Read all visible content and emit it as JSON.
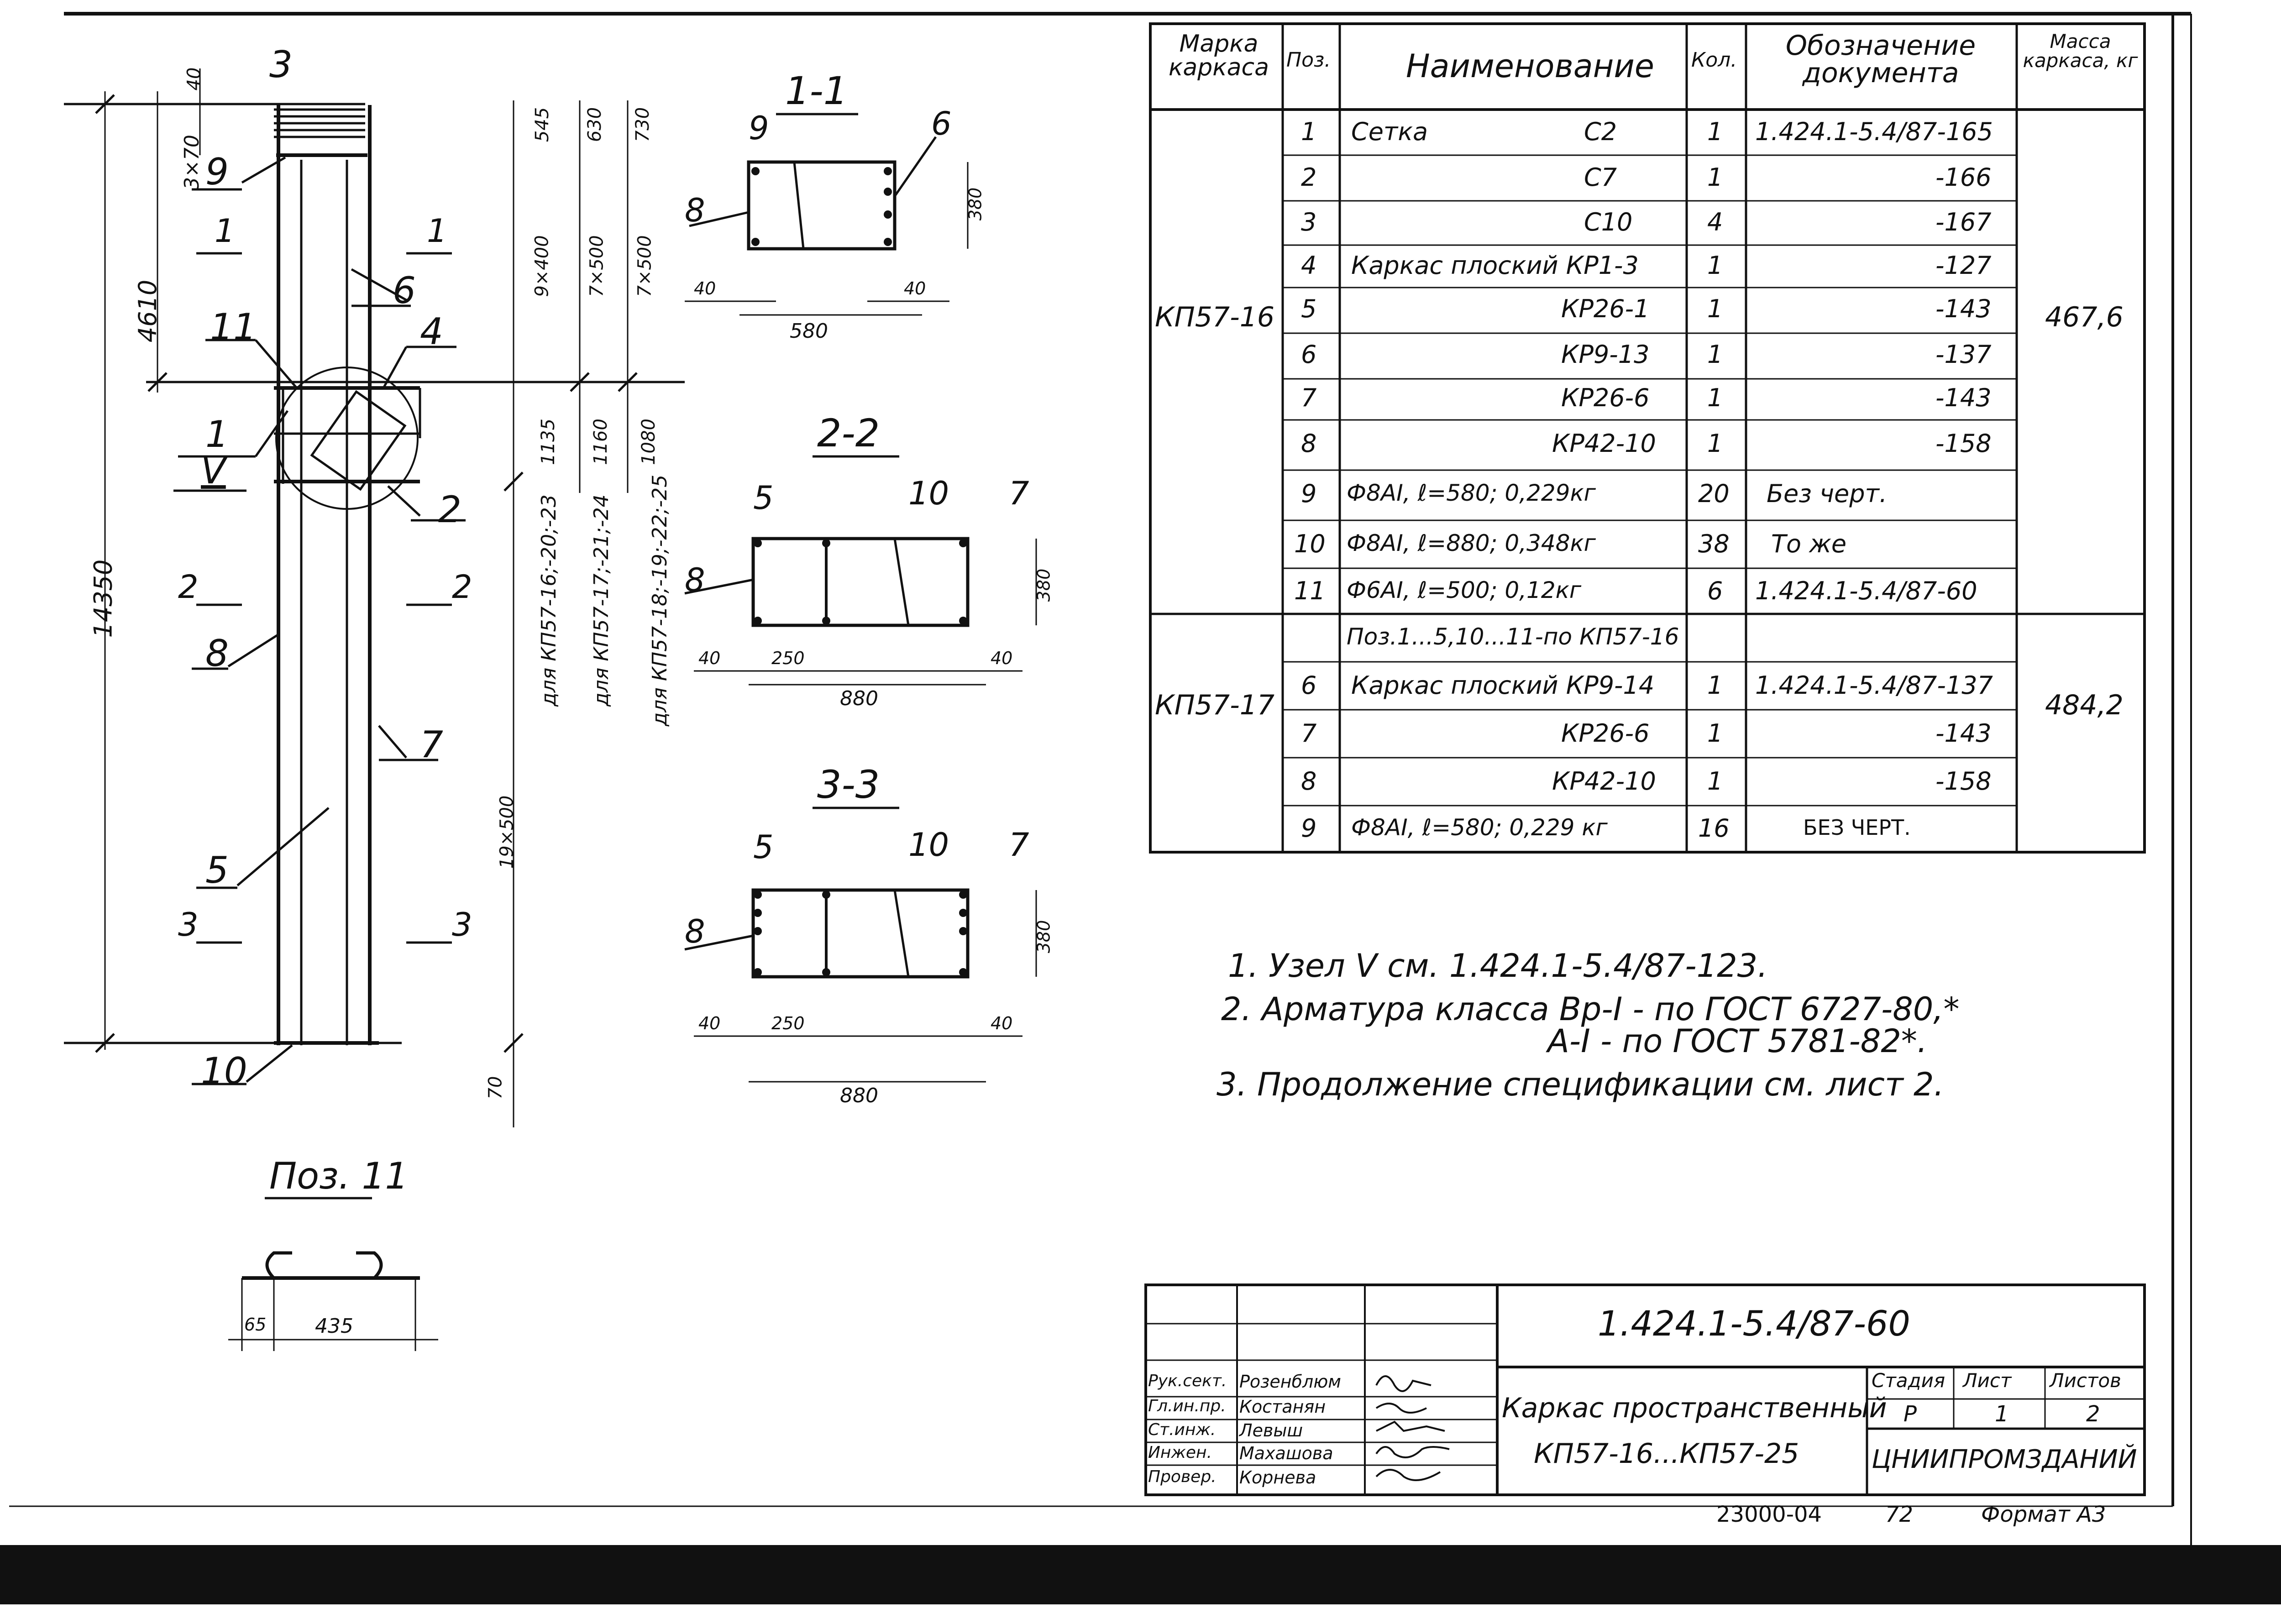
{
  "spec_table": {
    "headers": {
      "marka": "Марка каркаса",
      "pos": "Поз.",
      "name": "Наименование",
      "qty": "Кол.",
      "doc": "Обозначение документа",
      "mass": "Масса каркаса, кг"
    },
    "group1": {
      "marka": "КП57-16",
      "mass": "467,6",
      "rows": [
        {
          "pos": "1",
          "name": "Сетка",
          "sub": "С2",
          "qty": "1",
          "doc": "1.424.1-5.4/87-165"
        },
        {
          "pos": "2",
          "name": "",
          "sub": "С7",
          "qty": "1",
          "doc": "-166"
        },
        {
          "pos": "3",
          "name": "",
          "sub": "С10",
          "qty": "4",
          "doc": "-167"
        },
        {
          "pos": "4",
          "name": "Каркас плоский КР1-3",
          "sub": "",
          "qty": "1",
          "doc": "-127"
        },
        {
          "pos": "5",
          "name": "",
          "sub": "КР26-1",
          "qty": "1",
          "doc": "-143"
        },
        {
          "pos": "6",
          "name": "",
          "sub": "КР9-13",
          "qty": "1",
          "doc": "-137"
        },
        {
          "pos": "7",
          "name": "",
          "sub": "КР26-6",
          "qty": "1",
          "doc": "-143"
        },
        {
          "pos": "8",
          "name": "",
          "sub": "КР42-10",
          "qty": "1",
          "doc": "-158"
        },
        {
          "pos": "9",
          "name": "Ф8АI, ℓ=580; 0,229кг",
          "sub": "",
          "qty": "20",
          "doc": "Без черт."
        },
        {
          "pos": "10",
          "name": "Ф8АI, ℓ=880; 0,348кг",
          "sub": "",
          "qty": "38",
          "doc": "То же"
        },
        {
          "pos": "11",
          "name": "Ф6АI, ℓ=500; 0,12кг",
          "sub": "",
          "qty": "6",
          "doc": "1.424.1-5.4/87-60"
        }
      ]
    },
    "group2": {
      "marka": "КП57-17",
      "mass": "484,2",
      "note_row": "Поз.1...5,10...11-по КП57-16",
      "rows": [
        {
          "pos": "6",
          "name": "Каркас плоский КР9-14",
          "sub": "",
          "qty": "1",
          "doc": "1.424.1-5.4/87-137"
        },
        {
          "pos": "7",
          "name": "",
          "sub": "КР26-6",
          "qty": "1",
          "doc": "-143"
        },
        {
          "pos": "8",
          "name": "",
          "sub": "КР42-10",
          "qty": "1",
          "doc": "-158"
        },
        {
          "pos": "9",
          "name": "Ф8АI,  ℓ=580;  0,229 кг",
          "sub": "",
          "qty": "16",
          "doc": "БЕЗ ЧЕРТ."
        }
      ]
    }
  },
  "notes": [
    "1. Узел V см. 1.424.1-5.4/87-123.",
    "2. Арматура класса Вр-I - по ГОСТ 6727-80,*",
    "А-I - по ГОСТ 5781-82*.",
    "3. Продолжение спецификации см. лист 2."
  ],
  "drawing": {
    "main_labels": [
      "3",
      "9",
      "6",
      "11",
      "4",
      "1",
      "V",
      "2",
      "8",
      "7",
      "5",
      "10"
    ],
    "section_marks": [
      "1",
      "1",
      "2",
      "2",
      "3",
      "3"
    ],
    "dims_left": [
      "40",
      "3×70",
      "4610",
      "14350"
    ],
    "dims_right": [
      "545",
      "630",
      "730",
      "9×400",
      "7×500",
      "7×500",
      "1135",
      "1160",
      "1080",
      "19×500",
      "70"
    ],
    "variant_labels": [
      "для КП57-16;-20;-23",
      "для КП57-17;-21;-24",
      "для КП57-18;-19;-22;-25"
    ],
    "sections": [
      {
        "title": "1-1",
        "labels": [
          "9",
          "6",
          "8"
        ],
        "dims": [
          "380",
          "40",
          "40",
          "580"
        ]
      },
      {
        "title": "2-2",
        "labels": [
          "5",
          "10",
          "7",
          "8"
        ],
        "dims": [
          "380",
          "40",
          "250",
          "40",
          "880"
        ]
      },
      {
        "title": "3-3",
        "labels": [
          "5",
          "10",
          "7",
          "8"
        ],
        "dims": [
          "380",
          "40",
          "250",
          "40",
          "880"
        ]
      }
    ],
    "pos11": {
      "title": "Поз. 11",
      "dims": [
        "65",
        "435"
      ]
    }
  },
  "title_block": {
    "code": "1.424.1-5.4/87-60",
    "name_line1": "Каркас пространственный",
    "name_line2": "КП57-16...КП57-25",
    "stage_label": "Стадия",
    "sheet_label": "Лист",
    "sheets_label": "Листов",
    "stage": "Р",
    "sheet": "1",
    "sheets": "2",
    "org": "ЦНИИПРОМЗДАНИЙ",
    "staff": [
      {
        "role": "Рук.сект.",
        "name": "Розенблюм"
      },
      {
        "role": "Гл.ин.пр.",
        "name": "Костанян"
      },
      {
        "role": "Ст.инж.",
        "name": "Левыш"
      },
      {
        "role": "Инжен.",
        "name": "Махашова"
      },
      {
        "role": "Провер.",
        "name": "Корнева"
      }
    ]
  },
  "footer": {
    "inventory": "23000-04",
    "page": "72",
    "format": "Формат А3"
  }
}
